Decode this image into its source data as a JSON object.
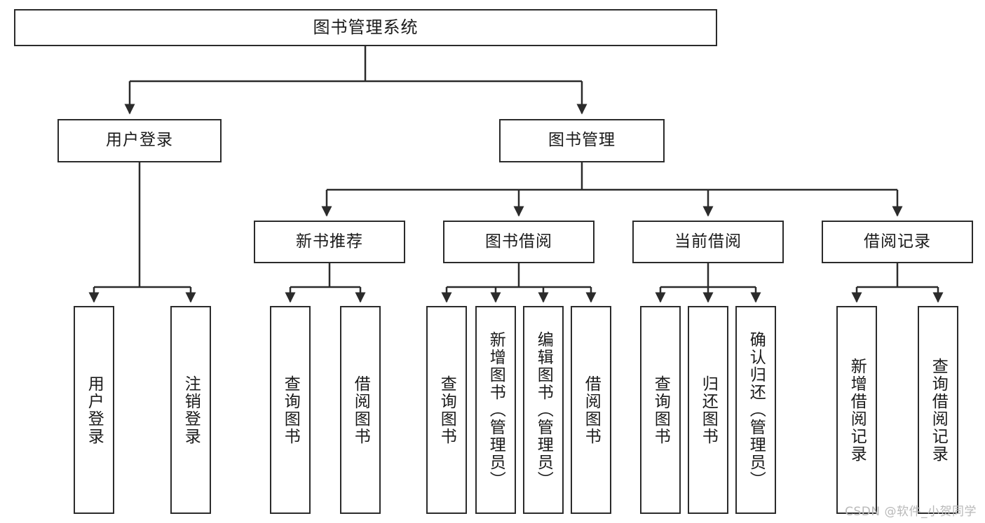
{
  "diagram": {
    "type": "tree-hierarchy-chart",
    "title": "图书管理系统",
    "stroke_color": "#2b2b2b",
    "background_color": "#ffffff",
    "text_color": "#1a1a1a",
    "levels": {
      "root": {
        "label": "图书管理系统"
      },
      "level2": [
        {
          "label": "用户登录"
        },
        {
          "label": "图书管理"
        }
      ],
      "level3": [
        {
          "label": "新书推荐"
        },
        {
          "label": "图书借阅"
        },
        {
          "label": "当前借阅"
        },
        {
          "label": "借阅记录"
        }
      ],
      "leaves": [
        {
          "label": "用户登录",
          "parent": "用户登录"
        },
        {
          "label": "注销登录",
          "parent": "用户登录"
        },
        {
          "label": "查询图书",
          "parent": "新书推荐"
        },
        {
          "label": "借阅图书",
          "parent": "新书推荐"
        },
        {
          "label": "查询图书",
          "parent": "图书借阅"
        },
        {
          "label": "新增图书（管理员）",
          "parent": "图书借阅"
        },
        {
          "label": "编辑图书（管理员）",
          "parent": "图书借阅"
        },
        {
          "label": "借阅图书",
          "parent": "图书借阅"
        },
        {
          "label": "查询图书",
          "parent": "当前借阅"
        },
        {
          "label": "归还图书",
          "parent": "当前借阅"
        },
        {
          "label": "确认归还（管理员）",
          "parent": "当前借阅"
        },
        {
          "label": "新增借阅记录",
          "parent": "借阅记录"
        },
        {
          "label": "查询借阅记录",
          "parent": "借阅记录"
        }
      ]
    }
  },
  "watermark": {
    "text": "CSDN @软件_小贺同学"
  }
}
